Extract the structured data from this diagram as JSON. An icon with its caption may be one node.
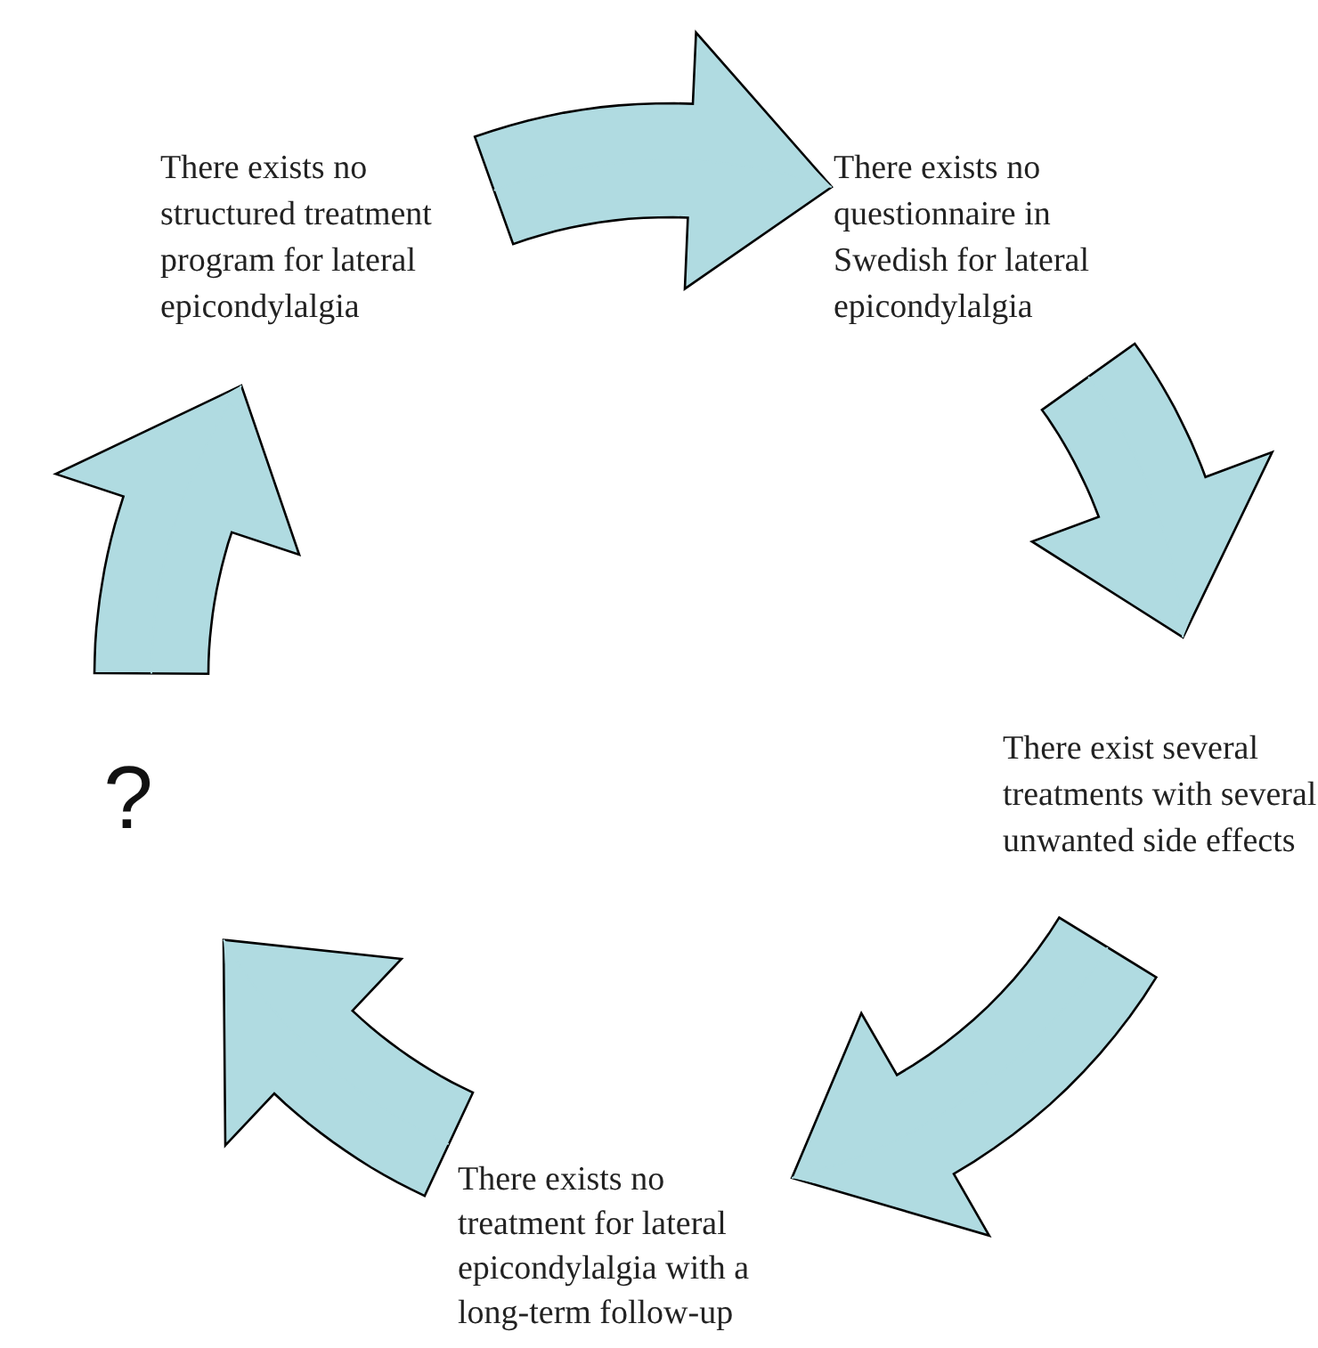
{
  "diagram": {
    "nodes": [
      {
        "text": [
          "There exists no structured treatment program for lateral epicondylalgia"
        ]
      },
      {
        "text": [
          "There exists no questionnaire in Swedish for lateral epicondylalgia"
        ]
      },
      {
        "text": [
          "There exist several treatments with several unwanted side effects"
        ]
      },
      {
        "text": [
          "There exists no treatment for lateral epicondylalgia with a long-term follow-up"
        ]
      },
      {
        "text": [
          "?"
        ]
      }
    ],
    "edges": [
      {
        "from": 0,
        "to": 1,
        "arrow": "to"
      },
      {
        "from": 1,
        "to": 2,
        "arrow": "to"
      },
      {
        "from": 2,
        "to": 3,
        "arrow": "to"
      },
      {
        "from": 3,
        "to": 4,
        "arrow": "to"
      },
      {
        "from": 4,
        "to": 0,
        "arrow": "to"
      }
    ]
  }
}
